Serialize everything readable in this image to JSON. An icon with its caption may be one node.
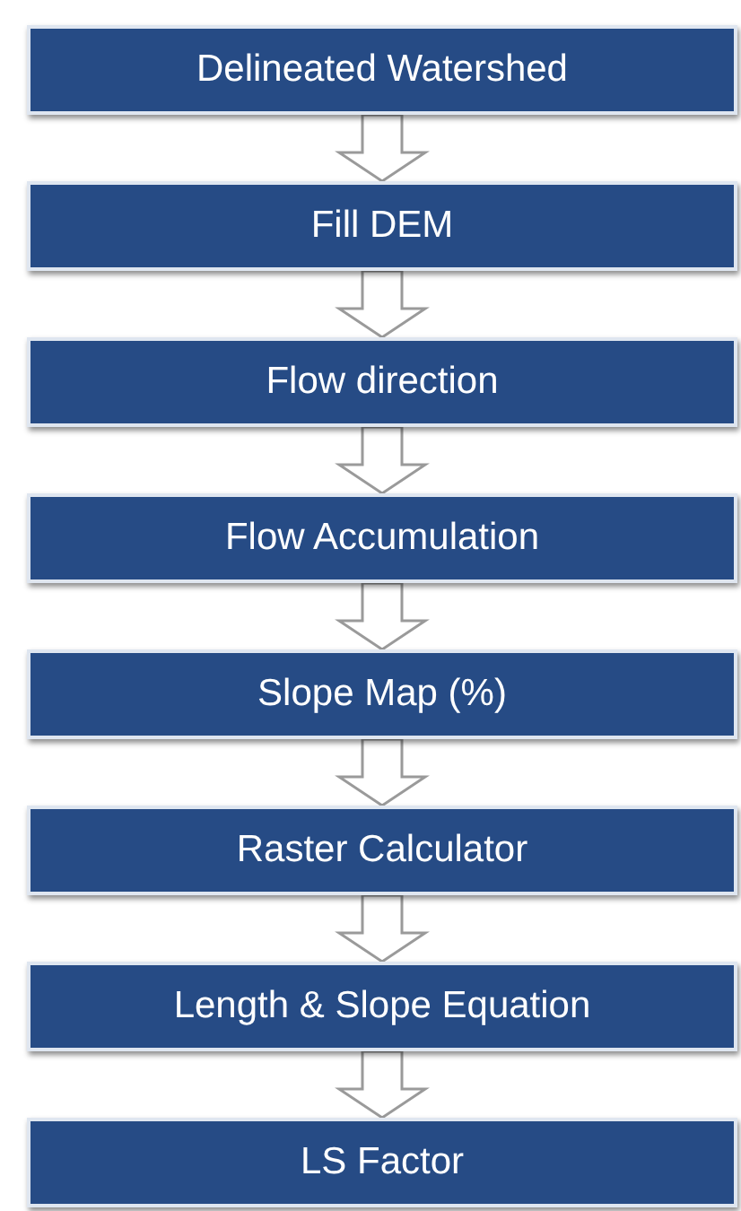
{
  "diagram": {
    "nodes": [
      {
        "text": [
          "Delineated Watershed"
        ]
      },
      {
        "text": [
          "Fill DEM"
        ]
      },
      {
        "text": [
          "Flow direction"
        ]
      },
      {
        "text": [
          "Flow Accumulation"
        ]
      },
      {
        "text": [
          "Slope Map (%)"
        ]
      },
      {
        "text": [
          "Raster Calculator"
        ]
      },
      {
        "text": [
          "Length & Slope Equation"
        ]
      },
      {
        "text": [
          "LS Factor"
        ]
      }
    ],
    "edges": [
      {
        "from": 0,
        "to": 1,
        "arrow": "to"
      },
      {
        "from": 1,
        "to": 2,
        "arrow": "to"
      },
      {
        "from": 2,
        "to": 3,
        "arrow": "to"
      },
      {
        "from": 3,
        "to": 4,
        "arrow": "to"
      },
      {
        "from": 4,
        "to": 5,
        "arrow": "to"
      },
      {
        "from": 5,
        "to": 6,
        "arrow": "to"
      },
      {
        "from": 6,
        "to": 7,
        "arrow": "to"
      }
    ]
  }
}
